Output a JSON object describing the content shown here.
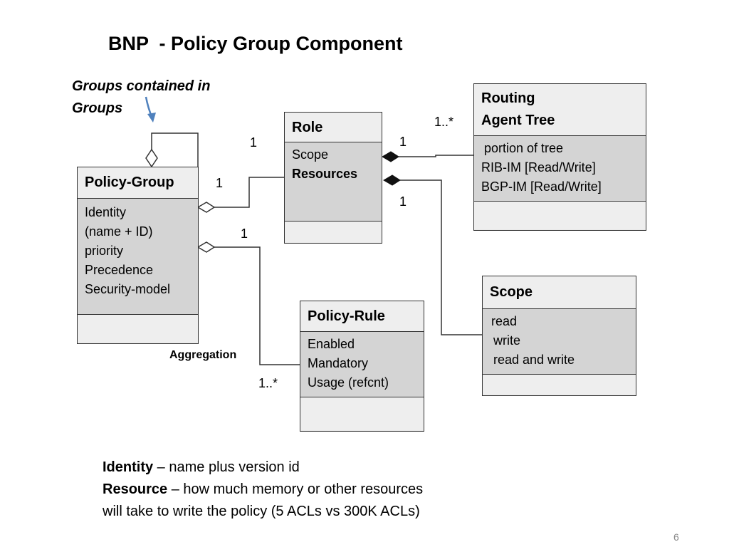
{
  "slide": {
    "title": "BNP  - Policy Group Component",
    "page_number": "6"
  },
  "annotation": {
    "line1": "Groups contained in",
    "line2": "Groups"
  },
  "classes": {
    "policy_group": {
      "name": "Policy-Group",
      "attributes": [
        "Identity",
        "(name + ID)",
        "priority",
        "Precedence",
        "Security-model"
      ]
    },
    "role": {
      "name": "Role",
      "attributes": [
        "Scope",
        "Resources"
      ]
    },
    "routing_agent_tree": {
      "name_line1": "Routing",
      "name_line2": "Agent Tree",
      "attributes": [
        "portion of tree",
        "RIB-IM [Read/Write]",
        "BGP-IM [Read/Write]"
      ]
    },
    "policy_rule": {
      "name": "Policy-Rule",
      "attributes": [
        "Enabled",
        "Mandatory",
        "Usage (refcnt)"
      ]
    },
    "scope": {
      "name": "Scope",
      "attributes": [
        "read",
        "write",
        "read and write"
      ]
    }
  },
  "multiplicities": {
    "role_group_side": "1",
    "group_role_side": "1",
    "group_rule_side": "1",
    "rule_side": "1..*",
    "role_tree_side": "1",
    "tree_side": "1..*",
    "role_scope_side": "1"
  },
  "aggregation_label": "Aggregation",
  "notes": [
    {
      "term": "Identity",
      "text": " – name plus version id"
    },
    {
      "term": "Resource",
      "text": " – how much memory or other resources"
    },
    {
      "term": "",
      "text": "will take to write the policy (5 ACLs vs 300K ACLs)"
    }
  ],
  "colors": {
    "header_fill": "#eeeeee",
    "attribute_fill": "#d4d4d4",
    "annotation_arrow": "#4f81bd"
  }
}
